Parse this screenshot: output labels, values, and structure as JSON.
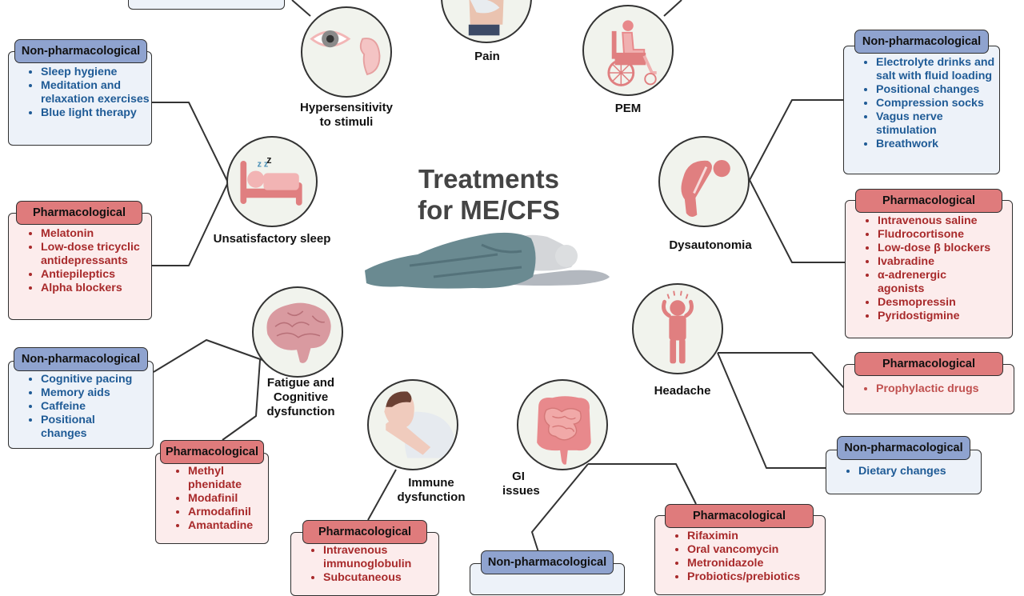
{
  "title": "Treatments for ME/CFS",
  "title_lines": [
    "Treatments",
    "for ME/CFS"
  ],
  "colors": {
    "non_header": "#8fa3cf",
    "non_fill": "#edf2f9",
    "non_text": "#1f5b96",
    "pharm_header": "#df7b7c",
    "pharm_fill": "#fcecec",
    "pharm_text": "#a82a2b",
    "icon_pink": "#e07f80"
  },
  "symptoms": {
    "hypersensitivity": {
      "label_lines": [
        "Hypersensitivity",
        "to stimuli"
      ],
      "icon": "eye-ear-icon"
    },
    "pain": {
      "label": "Pain",
      "icon": "abdominal-pain-icon"
    },
    "pem": {
      "label": "PEM",
      "icon": "wheelchair-icon"
    },
    "sleep": {
      "label": "Unsatisfactory sleep",
      "icon": "sleeping-bed-icon"
    },
    "dysautonomia": {
      "label": "Dysautonomia",
      "icon": "dizzy-bent-person-icon"
    },
    "fatigue": {
      "label_lines": [
        "Fatigue and",
        "Cognitive",
        "dysfunction"
      ],
      "icon": "brain-icon"
    },
    "headache": {
      "label": "Headache",
      "icon": "headache-person-icon"
    },
    "immune": {
      "label_lines": [
        "Immune",
        "dysfunction"
      ],
      "icon": "coughing-person-icon"
    },
    "gi": {
      "label_lines": [
        "GI",
        "issues"
      ],
      "icon": "intestines-icon"
    }
  },
  "boxes": {
    "sleep_non": {
      "header": "Non-pharmacological",
      "items": [
        "Sleep hygiene",
        "Meditation and relaxation exercises",
        "Blue light therapy"
      ]
    },
    "sleep_pharm": {
      "header": "Pharmacological",
      "items": [
        "Melatonin",
        "Low-dose tricyclic antidepressants",
        "Antiepileptics",
        "Alpha blockers"
      ]
    },
    "fatigue_non": {
      "header": "Non-pharmacological",
      "items": [
        "Cognitive pacing",
        "Memory aids",
        "Caffeine",
        "Positional changes"
      ]
    },
    "fatigue_pharm": {
      "header": "Pharmacological",
      "items": [
        "Methyl phenidate",
        "Modafinil",
        "Armodafinil",
        "Amantadine"
      ]
    },
    "immune_pharm": {
      "header": "Pharmacological",
      "items": [
        "Intravenous immunoglobulin",
        "Subcutaneous"
      ]
    },
    "gi_non": {
      "header": "Non-pharmacological"
    },
    "gi_pharm": {
      "header": "Pharmacological",
      "items": [
        "Rifaximin",
        "Oral vancomycin",
        "Metronidazole",
        "Probiotics/prebiotics"
      ]
    },
    "dys_non": {
      "header": "Non-pharmacological",
      "items": [
        "Electrolyte drinks and salt with fluid loading",
        "Positional changes",
        "Compression socks",
        "Vagus nerve stimulation",
        "Breathwork"
      ]
    },
    "dys_pharm": {
      "header": "Pharmacological",
      "items": [
        "Intravenous saline",
        "Fludrocortisone",
        "Low-dose β blockers",
        "Ivabradine",
        "α-adrenergic agonists",
        "Desmopressin",
        "Pyridostigmine"
      ]
    },
    "head_pharm": {
      "header": "Pharmacological",
      "items": [
        "Prophylactic drugs"
      ]
    },
    "head_non": {
      "header": "Non-pharmacological",
      "items": [
        "Dietary changes"
      ]
    }
  }
}
